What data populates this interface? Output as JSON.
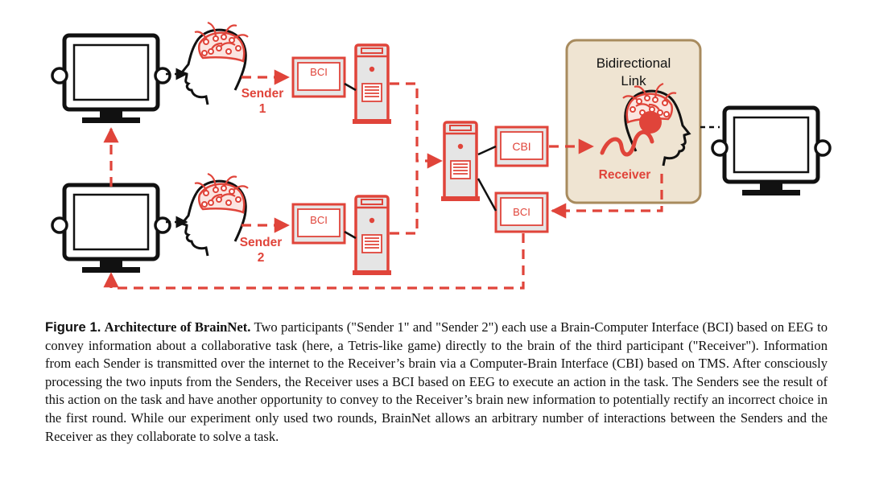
{
  "figure": {
    "box_label_line1": "Bidirectional",
    "box_label_line2": "Link",
    "sender1_line1": "Sender",
    "sender1_line2": "1",
    "sender2_line1": "Sender",
    "sender2_line2": "2",
    "receiver_label": "Receiver",
    "bci_label": "BCI",
    "cbi_label": "CBI",
    "colors": {
      "accent": "#e0443a",
      "box_fill": "#efe4d2",
      "box_border": "#a88b5e",
      "dark": "#111111"
    }
  },
  "caption": {
    "label": "Figure 1.",
    "title": "Architecture of BrainNet.",
    "body": "Two participants (\"Sender 1\" and \"Sender 2\") each use a Brain-Computer Interface (BCI) based on EEG to convey information about a collaborative task (here, a Tetris-like game) directly to the brain of the third participant (\"Receiver\"). Information from each Sender is transmitted over the internet to the Receiver’s brain via a Computer-Brain Interface (CBI) based on TMS. After consciously processing the two inputs from the Senders, the Receiver uses a BCI based on EEG to execute an action in the task. The Senders see the result of this action on the task and have another opportunity to convey to the Receiver’s brain new information to potentially rectify an incorrect choice in the first round. While our experiment only used two rounds, BrainNet allows an arbitrary number of interactions between the Senders and the Receiver as they collaborate to solve a task."
  }
}
